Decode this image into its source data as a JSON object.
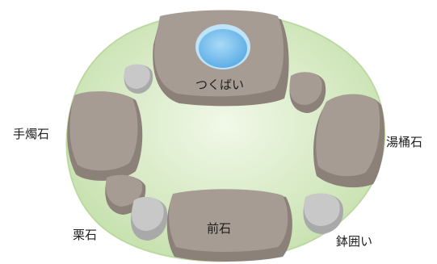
{
  "labels": {
    "tsukubai": "つくばい",
    "teshokuishi": "手燭石",
    "yuokeishi": "湯桶石",
    "maeishi": "前石",
    "kuriishi": "栗石",
    "hachigakoi": "鉢囲い"
  },
  "colors": {
    "lawn_light": "#eef6e3",
    "lawn_dark": "#c9e3b1",
    "lawn_edge": "#bcd9a1",
    "stone_main": "#a79c93",
    "stone_shadow": "#8c8178",
    "stone_small": "#c4c4c4",
    "stone_small_shadow": "#a9a9a9",
    "water_outer": "#9fd1f2",
    "water_inner": "#6fb6e9"
  }
}
